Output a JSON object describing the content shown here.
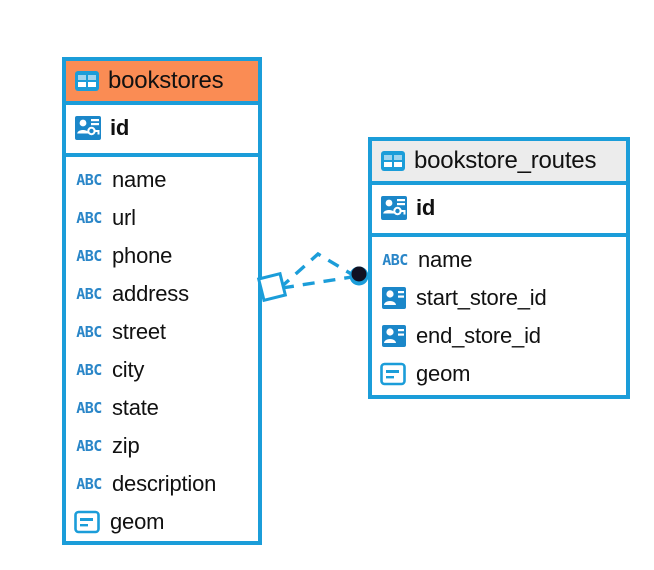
{
  "diagram": {
    "type": "entity-relationship-diagram",
    "background_color": "#ffffff",
    "accent_color": "#1b9dd9",
    "highlight_color": "#fa8c54",
    "header_grey": "#ececec"
  },
  "entities": [
    {
      "name": "bookstores",
      "header_icon": "table-icon",
      "header_style": "orange",
      "primary_keys": [
        {
          "label": "id",
          "icon": "primary-key-icon"
        }
      ],
      "fields": [
        {
          "label": "name",
          "icon": "text-type-icon"
        },
        {
          "label": "url",
          "icon": "text-type-icon"
        },
        {
          "label": "phone",
          "icon": "text-type-icon"
        },
        {
          "label": "address",
          "icon": "text-type-icon"
        },
        {
          "label": "street",
          "icon": "text-type-icon"
        },
        {
          "label": "city",
          "icon": "text-type-icon"
        },
        {
          "label": "state",
          "icon": "text-type-icon"
        },
        {
          "label": "zip",
          "icon": "text-type-icon"
        },
        {
          "label": "description",
          "icon": "text-type-icon"
        },
        {
          "label": "geom",
          "icon": "geometry-type-icon"
        }
      ]
    },
    {
      "name": "bookstore_routes",
      "header_icon": "table-icon",
      "header_style": "grey",
      "primary_keys": [
        {
          "label": "id",
          "icon": "primary-key-icon"
        }
      ],
      "fields": [
        {
          "label": "name",
          "icon": "text-type-icon"
        },
        {
          "label": "start_store_id",
          "icon": "foreign-key-icon"
        },
        {
          "label": "end_store_id",
          "icon": "foreign-key-icon"
        },
        {
          "label": "geom",
          "icon": "geometry-type-icon"
        }
      ]
    }
  ],
  "relationship": {
    "source_entity": "bookstores",
    "target_entity": "bookstore_routes",
    "source_marker": "diamond-marker",
    "target_marker": "filled-circle-marker",
    "line_style": "dashed",
    "line_color": "#1b9dd9"
  },
  "icon_glyphs": {
    "text-type-icon": "ABC"
  }
}
